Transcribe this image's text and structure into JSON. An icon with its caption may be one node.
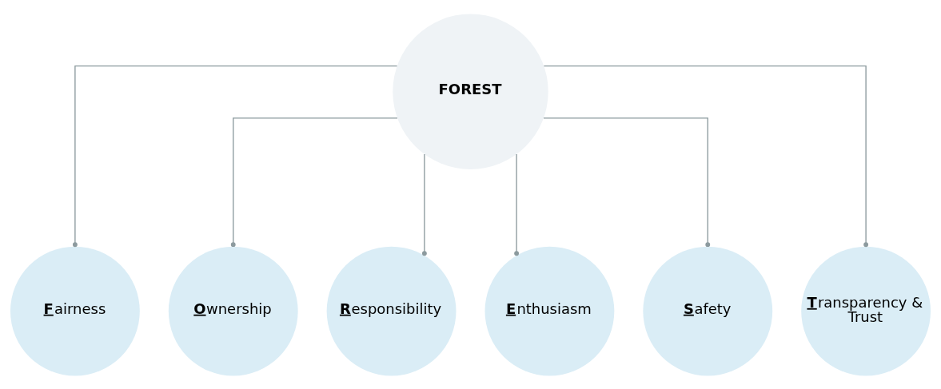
{
  "diagram": {
    "nodes": [
      {
        "text": [
          "FOREST"
        ]
      },
      {
        "text": [
          "**F**airness"
        ]
      },
      {
        "text": [
          "**O**wnership"
        ]
      },
      {
        "text": [
          "**R**esponsibility"
        ]
      },
      {
        "text": [
          "**E**nthusiasm"
        ]
      },
      {
        "text": [
          "**S**afety"
        ]
      },
      {
        "text": [
          "**T**ransparency & Trust"
        ]
      }
    ],
    "edges": [
      {
        "from": 0,
        "to": 1,
        "arrow": "other"
      },
      {
        "from": 0,
        "to": 2,
        "arrow": "other"
      },
      {
        "from": 0,
        "to": 3,
        "arrow": "other"
      },
      {
        "from": 0,
        "to": 4,
        "arrow": "other"
      },
      {
        "from": 0,
        "to": 5,
        "arrow": "other"
      },
      {
        "from": 0,
        "to": 6,
        "arrow": "other"
      }
    ]
  }
}
